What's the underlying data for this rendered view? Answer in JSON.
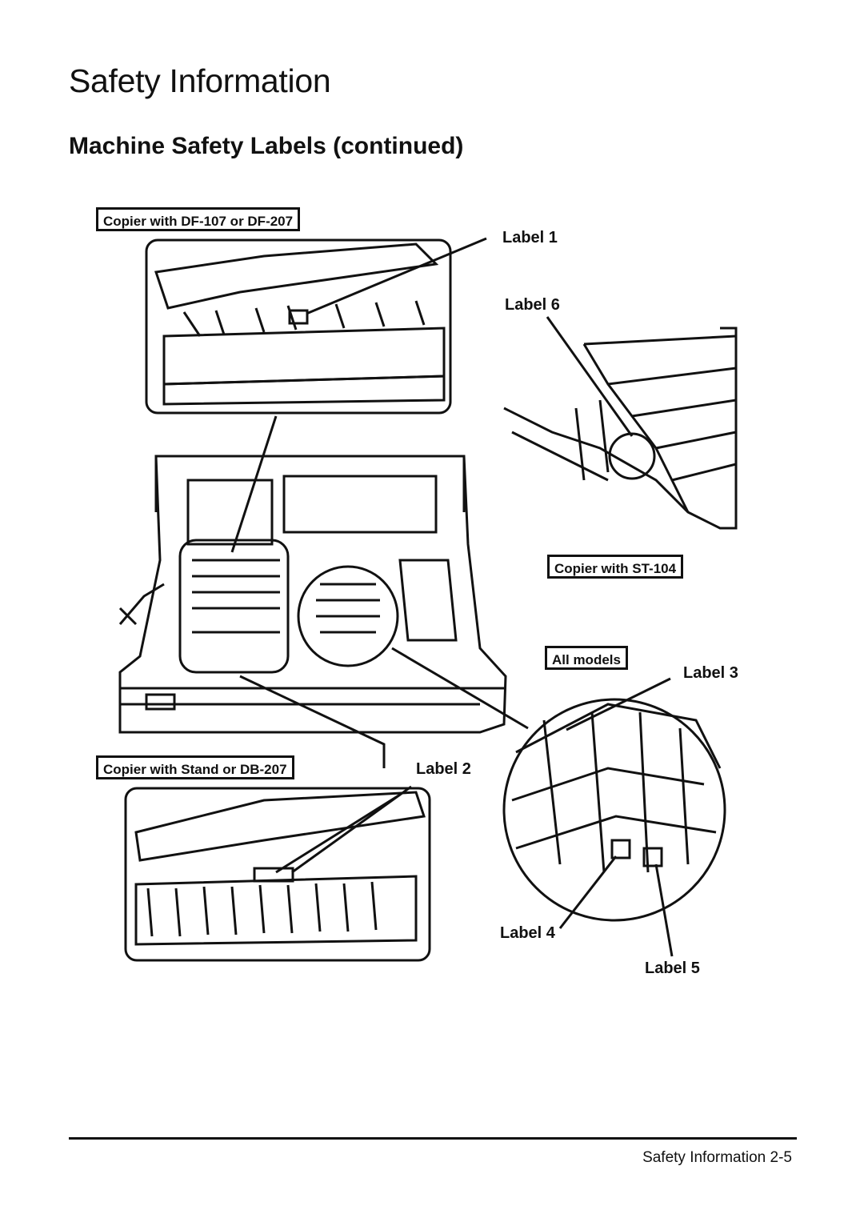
{
  "page": {
    "title": "Safety Information",
    "section_title": "Machine Safety Labels (continued)",
    "footer": "Safety Information 2-5"
  },
  "figure": {
    "callouts": {
      "copier_df": "Copier with DF-107 or DF-207",
      "copier_st": "Copier with ST-104",
      "all_models": "All models",
      "copier_stand": "Copier with Stand or DB-207"
    },
    "labels": {
      "label1": "Label 1",
      "label6": "Label 6",
      "label3": "Label 3",
      "label2": "Label 2",
      "label4": "Label 4",
      "label5": "Label 5"
    }
  }
}
